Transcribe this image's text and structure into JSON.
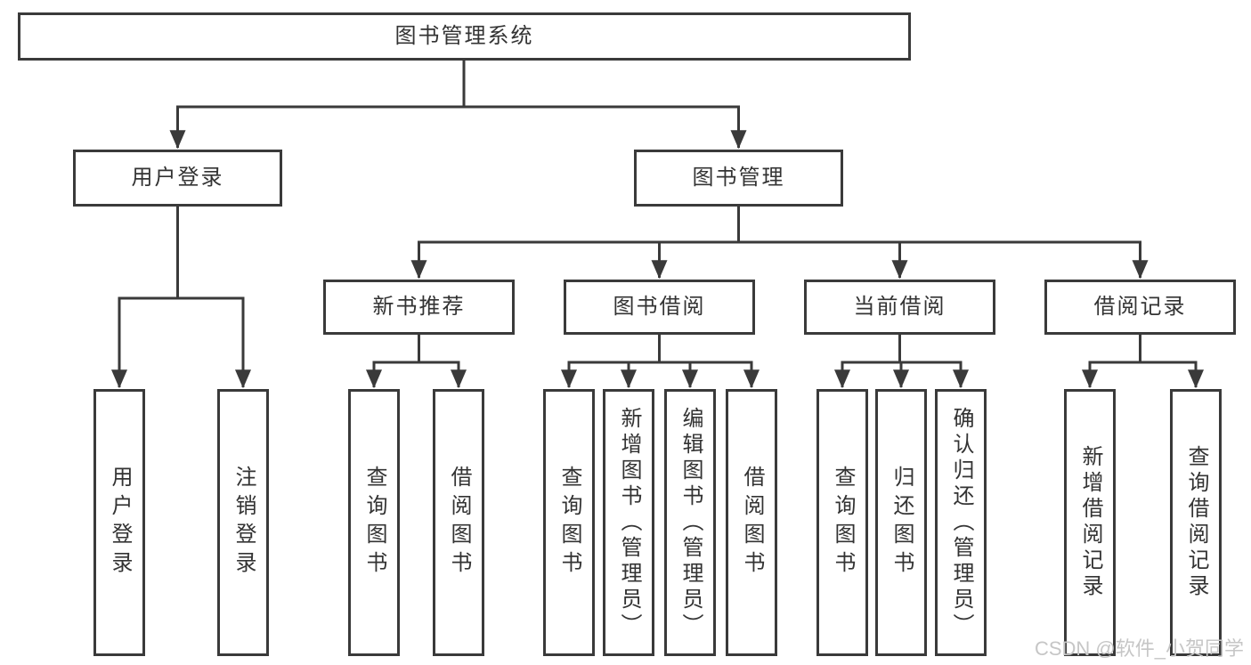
{
  "diagram": {
    "root": {
      "label": "图书管理系统"
    },
    "branches": {
      "user_login": {
        "label": "用户登录",
        "children": [
          {
            "label": "用户登录"
          },
          {
            "label": "注销登录"
          }
        ]
      },
      "book_management": {
        "label": "图书管理",
        "sections": [
          {
            "label": "新书推荐",
            "children": [
              {
                "label": "查询图书"
              },
              {
                "label": "借阅图书"
              }
            ]
          },
          {
            "label": "图书借阅",
            "children": [
              {
                "label": "查询图书"
              },
              {
                "label": "新增图书（管理员）"
              },
              {
                "label": "编辑图书（管理员）"
              },
              {
                "label": "借阅图书"
              }
            ]
          },
          {
            "label": "当前借阅",
            "children": [
              {
                "label": "查询图书"
              },
              {
                "label": "归还图书"
              },
              {
                "label": "确认归还（管理员）"
              }
            ]
          },
          {
            "label": "借阅记录",
            "children": [
              {
                "label": "新增借阅记录"
              },
              {
                "label": "查询借阅记录"
              }
            ]
          }
        ]
      }
    }
  },
  "watermark": "CSDN @软件_小贺同学",
  "colors": {
    "line": "#3a3a3a",
    "text": "#333333",
    "background": "#ffffff",
    "watermark": "#c6c6c6"
  }
}
